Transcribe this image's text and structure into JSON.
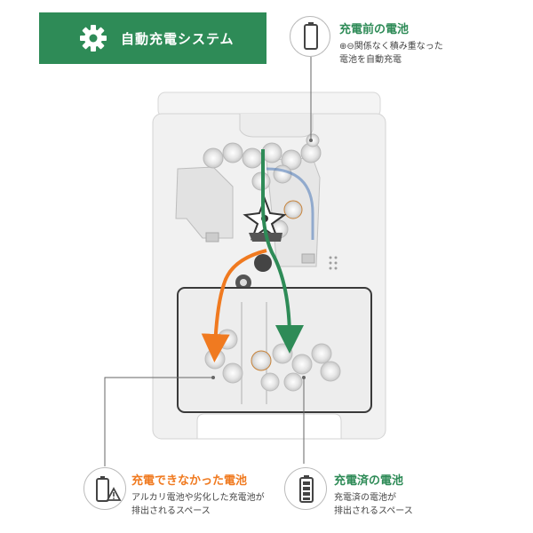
{
  "title": "自動充電システム",
  "colors": {
    "green": "#2e8b57",
    "orange": "#f07a20",
    "gray": "#9a9a9a"
  },
  "callouts": {
    "before": {
      "heading": "充電前の電池",
      "lines": [
        "⊕⊖関係なく積み重なった",
        "電池を自動充電"
      ],
      "icon": "battery-empty-icon"
    },
    "failed": {
      "heading": "充電できなかった電池",
      "lines": [
        "アルカリ電池や劣化した充電池が",
        "排出されるスペース"
      ],
      "icon": "warning-battery-icon"
    },
    "charged": {
      "heading": "充電済の電池",
      "lines": [
        "充電済の電池が",
        "排出されるスペース"
      ],
      "icon": "battery-full-icon"
    }
  }
}
